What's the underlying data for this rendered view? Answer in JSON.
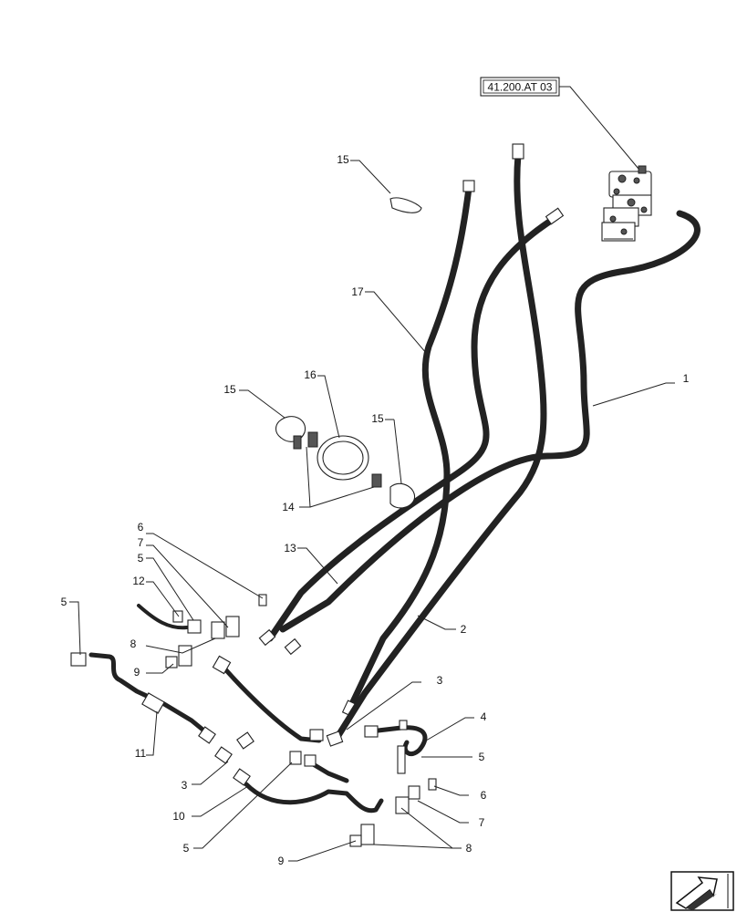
{
  "diagram": {
    "reference_box": "41.200.AT 03",
    "callouts": [
      {
        "id": "c1",
        "label": "1"
      },
      {
        "id": "c2",
        "label": "2"
      },
      {
        "id": "c3a",
        "label": "3"
      },
      {
        "id": "c3b",
        "label": "3"
      },
      {
        "id": "c4",
        "label": "4"
      },
      {
        "id": "c5a",
        "label": "5"
      },
      {
        "id": "c5b",
        "label": "5"
      },
      {
        "id": "c5c",
        "label": "5"
      },
      {
        "id": "c5d",
        "label": "5"
      },
      {
        "id": "c6a",
        "label": "6"
      },
      {
        "id": "c6b",
        "label": "6"
      },
      {
        "id": "c7a",
        "label": "7"
      },
      {
        "id": "c7b",
        "label": "7"
      },
      {
        "id": "c8a",
        "label": "8"
      },
      {
        "id": "c8b",
        "label": "8"
      },
      {
        "id": "c9a",
        "label": "9"
      },
      {
        "id": "c9b",
        "label": "9"
      },
      {
        "id": "c10",
        "label": "10"
      },
      {
        "id": "c11",
        "label": "11"
      },
      {
        "id": "c12",
        "label": "12"
      },
      {
        "id": "c13",
        "label": "13"
      },
      {
        "id": "c14",
        "label": "14"
      },
      {
        "id": "c15a",
        "label": "15"
      },
      {
        "id": "c15b",
        "label": "15"
      },
      {
        "id": "c15c",
        "label": "15"
      },
      {
        "id": "c16",
        "label": "16"
      },
      {
        "id": "c17",
        "label": "17"
      }
    ],
    "nav_icon": "arrow-icon"
  }
}
